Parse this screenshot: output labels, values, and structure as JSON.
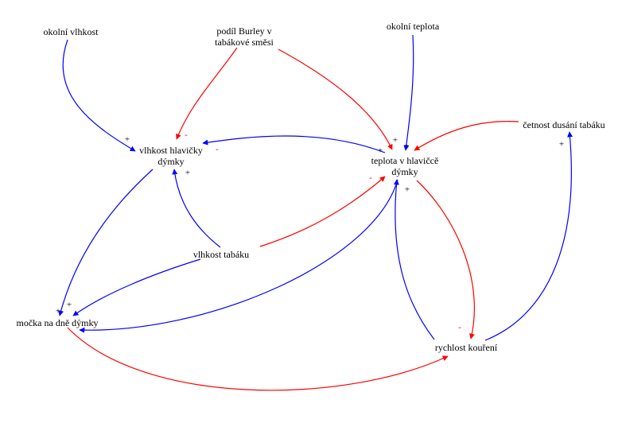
{
  "nodes": {
    "okolni_vlhkost": "okolní vlhkost",
    "podil_burley": "podíl Burley v\ntabákové směsi",
    "okolni_teplota": "okolní teplota",
    "vlhkost_hlavicky": "vlhkost hlavičky\ndýmky",
    "teplota_hlavicce": "teplota v hlavičcě\ndýmky",
    "cetnost_duseni": "četnost dusání tabáku",
    "vlhkost_tabaku": "vlhkost tabáku",
    "mocka": "močka na dně dýmky",
    "rychlost_koureni": "rychlost kouření"
  },
  "links": [
    {
      "from": "okolni_vlhkost",
      "to": "vlhkost_hlavicky",
      "polarity": "+",
      "color": "#0000ff"
    },
    {
      "from": "podil_burley",
      "to": "vlhkost_hlavicky",
      "polarity": "-",
      "color": "#ff0000"
    },
    {
      "from": "podil_burley",
      "to": "teplota_hlavicce",
      "polarity": "+",
      "color": "#ff0000"
    },
    {
      "from": "okolni_teplota",
      "to": "teplota_hlavicce",
      "polarity": "+",
      "color": "#0000ff"
    },
    {
      "from": "teplota_hlavicce",
      "to": "vlhkost_hlavicky",
      "polarity": "-",
      "color": "#0000ff"
    },
    {
      "from": "cetnost_duseni",
      "to": "teplota_hlavicce",
      "polarity": "+",
      "color": "#ff0000"
    },
    {
      "from": "vlhkost_tabaku",
      "to": "vlhkost_hlavicky",
      "polarity": "+",
      "color": "#0000ff"
    },
    {
      "from": "vlhkost_tabaku",
      "to": "teplota_hlavicce",
      "polarity": "-",
      "color": "#ff0000"
    },
    {
      "from": "vlhkost_tabaku",
      "to": "mocka",
      "polarity": "+",
      "color": "#0000ff"
    },
    {
      "from": "vlhkost_hlavicky",
      "to": "mocka",
      "polarity": "+",
      "color": "#0000ff"
    },
    {
      "from": "teplota_hlavicce",
      "to": "mocka",
      "polarity": "-",
      "color": "#0000ff"
    },
    {
      "from": "teplota_hlavicce",
      "to": "rychlost_koureni",
      "polarity": "-",
      "color": "#ff0000"
    },
    {
      "from": "rychlost_koureni",
      "to": "teplota_hlavicce",
      "polarity": "+",
      "color": "#0000ff"
    },
    {
      "from": "rychlost_koureni",
      "to": "cetnost_duseni",
      "polarity": "+",
      "color": "#0000ff"
    },
    {
      "from": "mocka",
      "to": "rychlost_koureni",
      "polarity": "-",
      "color": "#ff0000"
    }
  ]
}
